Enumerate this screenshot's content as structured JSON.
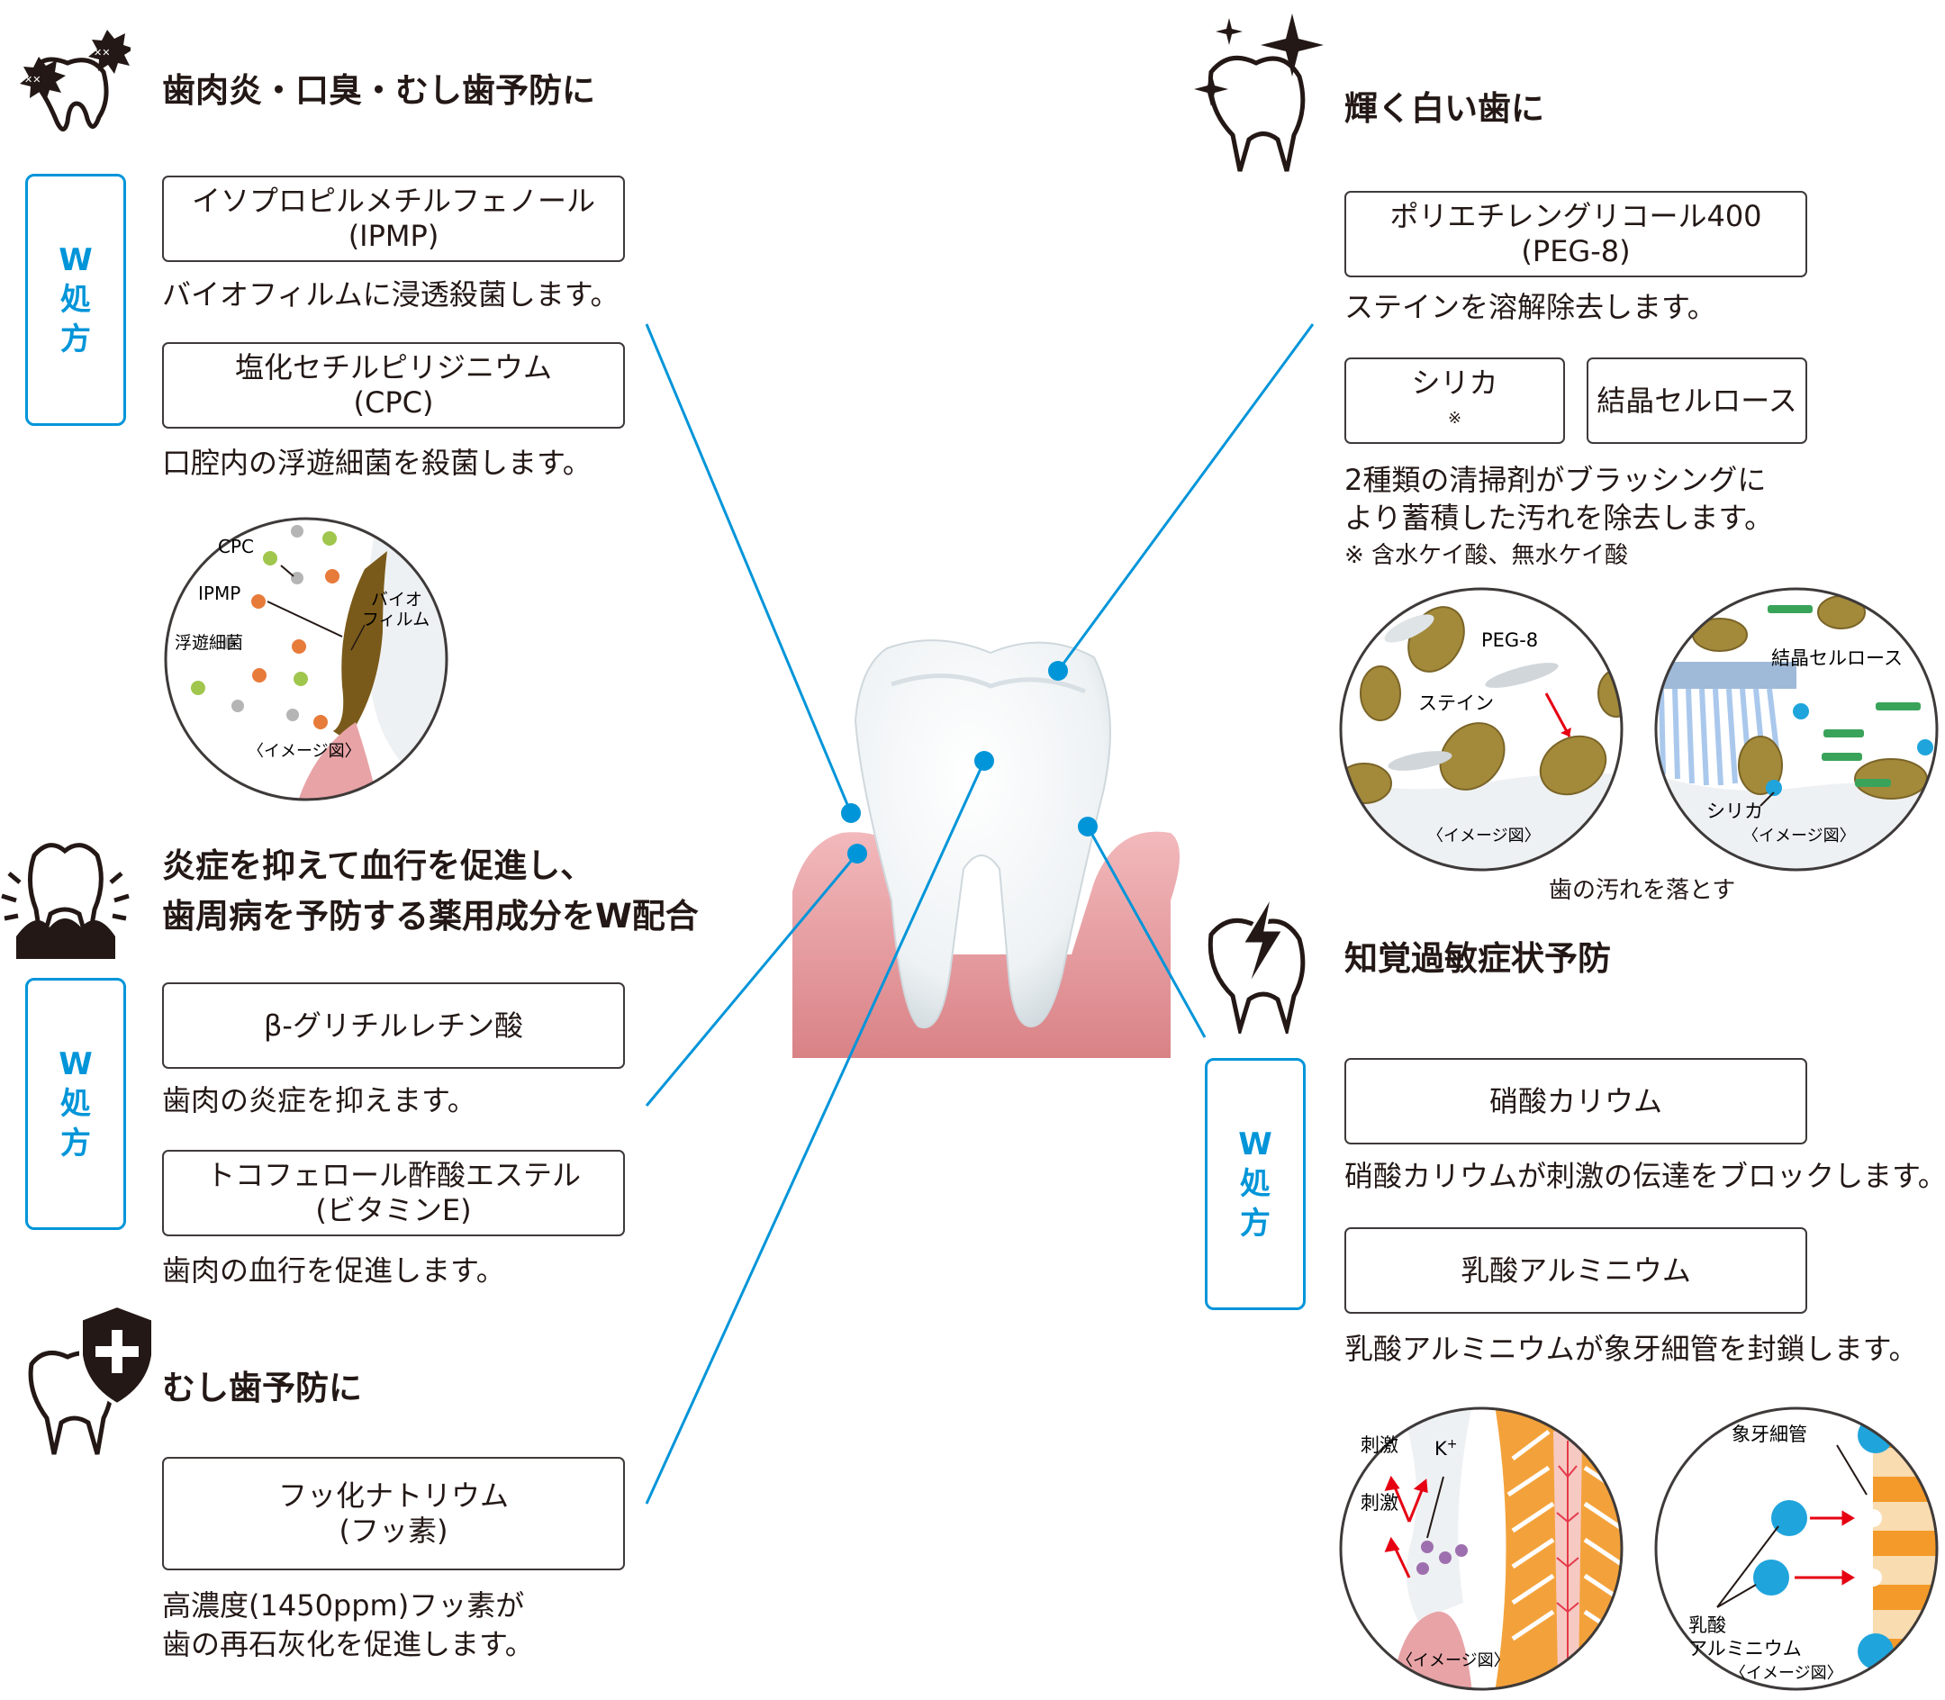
{
  "colors": {
    "accent_blue": "#0095d9",
    "text": "#231815",
    "gum_pink": "#e8a3a6",
    "biofilm_brown": "#7a5a1a",
    "arrow_red": "#e60012"
  },
  "w_label": {
    "line1": "W",
    "line2": "処",
    "line3": "方"
  },
  "left": {
    "s1": {
      "icon": "sick-germ-tooth-icon",
      "heading": "歯肉炎・口臭・むし歯予防に",
      "b1": {
        "line1": "イソプロピルメチルフェノール",
        "line2": "(IPMP)"
      },
      "d1": "バイオフィルムに浸透殺菌します。",
      "b2": {
        "line1": "塩化セチルピリジニウム",
        "line2": "(CPC)"
      },
      "d2": "口腔内の浮遊細菌を殺菌します。",
      "img": {
        "cpc": "CPC",
        "ipmp": "IPMP",
        "floating": "浮遊細菌",
        "bio1": "バイオ",
        "bio2": "フィルム",
        "caption": "〈イメージ図〉"
      }
    },
    "s2": {
      "icon": "inflamed-gum-tooth-icon",
      "heading1": "炎症を抑えて血行を促進し、",
      "heading2": "歯周病を予防する薬用成分をW配合",
      "b1": "β-グリチルレチン酸",
      "d1": "歯肉の炎症を抑えます。",
      "b2": {
        "line1": "トコフェロール酢酸エステル",
        "line2": "(ビタミンE)"
      },
      "d2": "歯肉の血行を促進します。"
    },
    "s3": {
      "icon": "shield-plus-tooth-icon",
      "heading": "むし歯予防に",
      "b1": {
        "line1": "フッ化ナトリウム",
        "line2": "(フッ素)"
      },
      "d1": "高濃度(1450ppm)フッ素が",
      "d2": "歯の再石灰化を促進します。"
    }
  },
  "right": {
    "s1": {
      "icon": "sparkle-tooth-icon",
      "heading": "輝く白い歯に",
      "b1": {
        "line1": "ポリエチレングリコール400",
        "line2": "(PEG-8)"
      },
      "d1": "ステインを溶解除去します。",
      "b2": "シリカ",
      "b2_sup": "※",
      "b3": "結晶セルロース",
      "d2": "2種類の清掃剤がブラッシングに",
      "d3": "より蓄積した汚れを除去します。",
      "note": "※ 含水ケイ酸、無水ケイ酸",
      "img1": {
        "peg": "PEG-8",
        "stain": "ステイン",
        "caption": "〈イメージ図〉"
      },
      "img2": {
        "cellulose": "結晶セルロース",
        "silica": "シリカ",
        "caption": "〈イメージ図〉"
      },
      "img_caption": "歯の汚れを落とす"
    },
    "s2": {
      "icon": "lightning-tooth-icon",
      "heading": "知覚過敏症状予防",
      "b1": "硝酸カリウム",
      "d1": "硝酸カリウムが刺激の伝達をブロックします。",
      "b2": "乳酸アルミニウム",
      "d2": "乳酸アルミニウムが象牙細管を封鎖します。",
      "img1": {
        "k": "K",
        "k_sup": "+",
        "stim1": "刺激",
        "stim2": "刺激",
        "caption": "〈イメージ図〉"
      },
      "img2": {
        "tubule": "象牙細管",
        "al1": "乳酸",
        "al2": "アルミニウム",
        "caption": "〈イメージ図〉"
      }
    }
  }
}
